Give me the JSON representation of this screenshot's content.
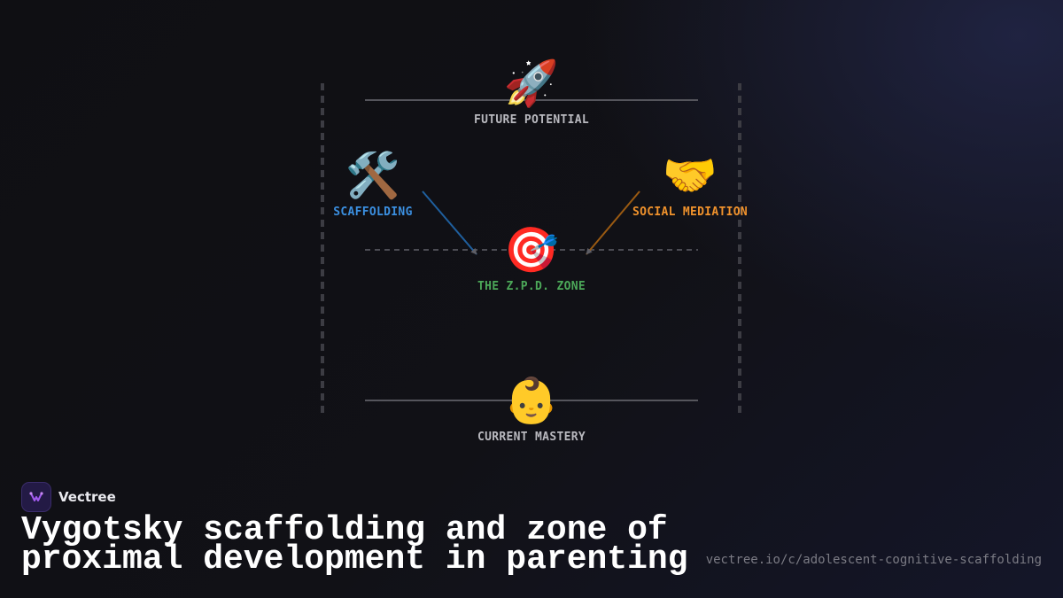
{
  "diagram": {
    "nodes": {
      "future": {
        "icon": "rocket-icon",
        "emoji": "🚀",
        "label": "FUTURE POTENTIAL",
        "color": "#b9b9bf"
      },
      "scaffolding": {
        "icon": "hammer-and-wrench-icon",
        "emoji": "🛠️",
        "label": "SCAFFOLDING",
        "color": "#3b8fe0"
      },
      "social": {
        "icon": "handshake-icon",
        "emoji": "🤝",
        "label": "SOCIAL MEDIATION",
        "color": "#f0922c"
      },
      "zpd": {
        "icon": "target-icon",
        "emoji": "🎯",
        "label": "THE Z.P.D. ZONE",
        "color": "#4ca859"
      },
      "current": {
        "icon": "baby-icon",
        "emoji": "👶",
        "label": "CURRENT MASTERY",
        "color": "#b9b9bf"
      }
    },
    "colors": {
      "boundary_line": "#55555c",
      "zpd_dashed_line": "#4c4c54",
      "scaffolding_arrow": "#1f5f9e",
      "social_arrow": "#9a5a12",
      "arrow_head": "#5e5e66"
    }
  },
  "footer": {
    "brand_icon": "vectree-logo-icon",
    "brand_name": "Vectree",
    "title": "Vygotsky scaffolding and zone of proximal development in parenting",
    "url": "vectree.io/c/adolescent-cognitive-scaffolding"
  }
}
